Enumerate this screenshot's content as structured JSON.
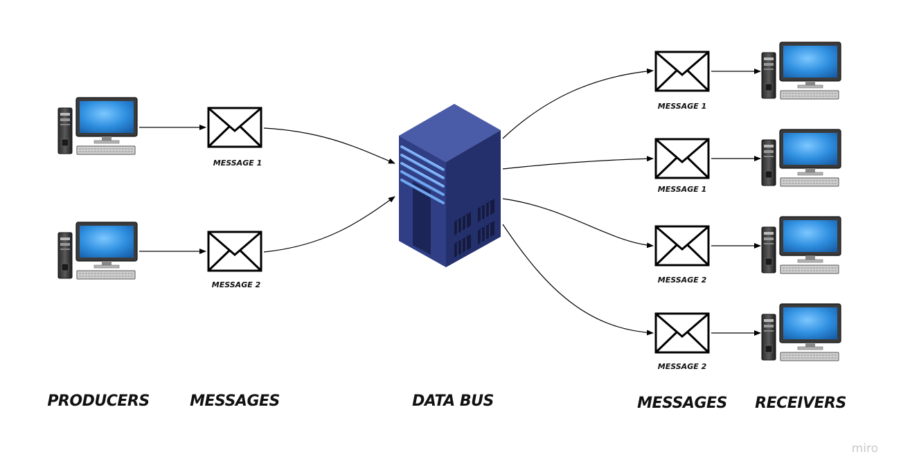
{
  "columns": {
    "producers": "PRODUCERS",
    "messages_in": "MESSAGES",
    "bus": "DATA BUS",
    "messages_out": "MESSAGES",
    "receivers": "RECEIVERS"
  },
  "producers": [
    {
      "message": "MESSAGE 1"
    },
    {
      "message": "MESSAGE 2"
    }
  ],
  "receivers": [
    {
      "message": "MESSAGE 1"
    },
    {
      "message": "MESSAGE 1"
    },
    {
      "message": "MESSAGE 2"
    },
    {
      "message": "MESSAGE 2"
    }
  ],
  "watermark": "miro",
  "colors": {
    "server_front": "#2f3e85",
    "server_side": "#232e66",
    "server_top": "#4a5ba8",
    "server_lights": "#6fa6f0",
    "screen": "#3a9be0"
  }
}
